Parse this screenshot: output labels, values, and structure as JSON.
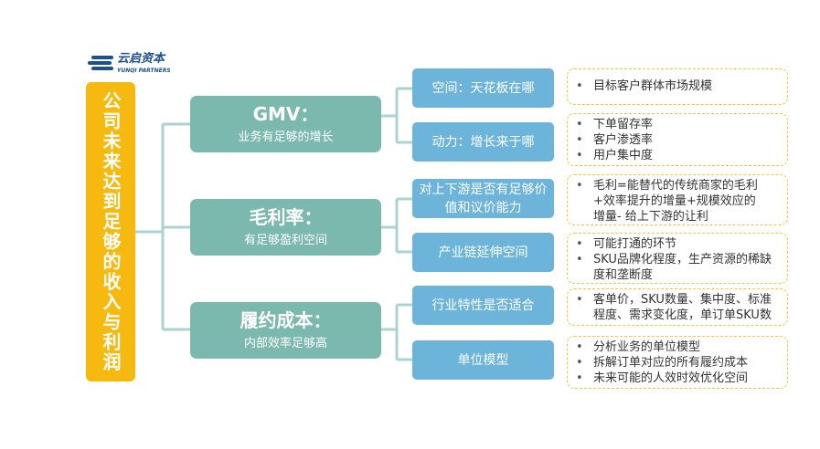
{
  "logo": {
    "name": "云启资本",
    "sub": "YUNQI PARTNERS"
  },
  "root": "公司未来达到足够的收入与利润",
  "branches": [
    {
      "title": "GMV：",
      "sub": "业务有足够的增长",
      "children": [
        {
          "label": "空间：天花板在哪",
          "points": [
            [
              "目标客户群体市场规模"
            ]
          ]
        },
        {
          "label": "动力：增长来于哪",
          "points": [
            [
              "下单留存率"
            ],
            [
              "客户渗透率"
            ],
            [
              "用户集中度"
            ]
          ]
        }
      ]
    },
    {
      "title": "毛利率：",
      "sub": "有足够盈利空间",
      "children": [
        {
          "label": "对上下游是否有足够价值和议价能力",
          "points": [
            [
              "毛利=能替代的传统商家的毛利",
              "+效率提升的增量+规模效应的",
              "增量- 给上下游的让利"
            ]
          ]
        },
        {
          "label": "产业链延伸空间",
          "points": [
            [
              "可能打通的环节"
            ],
            [
              "SKU品牌化程度，生产资源的稀缺",
              "度和垄断度"
            ]
          ]
        }
      ]
    },
    {
      "title": "履约成本：",
      "sub": "内部效率足够高",
      "children": [
        {
          "label": "行业特性是否适合",
          "points": [
            [
              "客单价，SKU数量、集中度、标准",
              "程度、需求变化度，单订单SKU数"
            ]
          ]
        },
        {
          "label": "单位模型",
          "points": [
            [
              "分析业务的单位模型"
            ],
            [
              "拆解订单对应的所有履约成本"
            ],
            [
              "未来可能的人效时效优化空间"
            ]
          ]
        }
      ]
    }
  ],
  "colors": {
    "root": "#f5b90f",
    "level2": "#7bb8ae",
    "level3": "#6cb4da",
    "dash": "#f5c542",
    "line": "#a9d4cf"
  }
}
